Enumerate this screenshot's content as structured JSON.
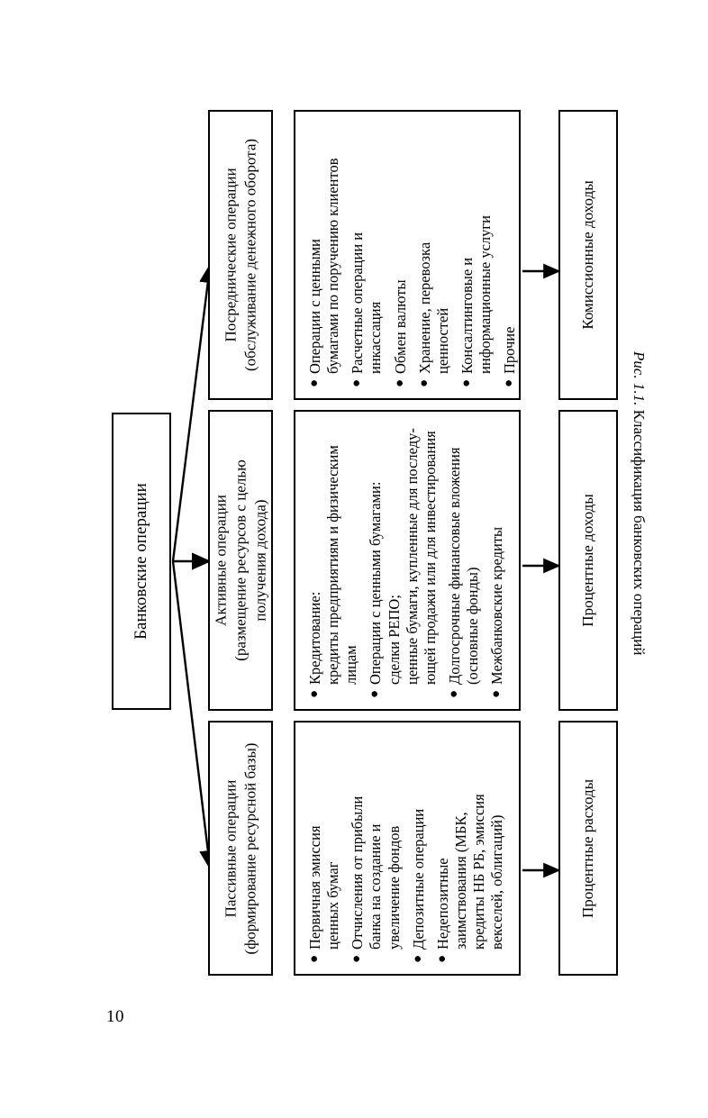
{
  "page": {
    "number": "10"
  },
  "caption": {
    "prefix": "Рис. 1.1.",
    "text": " Классификация банковских операций"
  },
  "diagram": {
    "root": {
      "label": "Банковские операции"
    },
    "branches": [
      {
        "id": "mediation",
        "category_line1": "Посреднические операции",
        "category_line2": "(обслуживание денежного оборота)",
        "items": [
          {
            "text": "Операции с ценными",
            "sub": "бумагами по поручению клиентов"
          },
          {
            "text": "Расчетные операции и",
            "sub": "инкассация"
          },
          {
            "text": "Обмен валюты",
            "sub": ""
          },
          {
            "text": "Хранение, перевозка",
            "sub": "ценностей"
          },
          {
            "text": "Консалтинговые и",
            "sub": "информационные услуги"
          },
          {
            "text": "Прочие",
            "sub": ""
          }
        ],
        "outcome": "Комиссионные доходы"
      },
      {
        "id": "active",
        "category_line1": "Активные операции",
        "category_line2": "(размещение ресурсов с целью",
        "category_line3": "получения дохода)",
        "items": [
          {
            "text": "Кредитование:",
            "sub": "кредиты предприятиям и физическим",
            "sub2": "лицам"
          },
          {
            "text": "Операции с ценными бумагами:",
            "sub": "сделки РЕПО;",
            "sub2": "ценные бумаги, купленные для последу-",
            "sub3": "ющей продажи или для инвестирования"
          },
          {
            "text": "Долгосрочные финансовые вложения",
            "sub": "(основные фонды)"
          },
          {
            "text": "Межбанковские кредиты",
            "sub": ""
          }
        ],
        "outcome": "Процентные доходы"
      },
      {
        "id": "passive",
        "category_line1": "Пассивные операции",
        "category_line2": "(формирование ресурсной базы)",
        "items": [
          {
            "text": "Первичная эмиссия",
            "sub": "ценных бумаг"
          },
          {
            "text": "Отчисления от прибыли",
            "sub": "банка на создание и",
            "sub2": "увеличение фондов"
          },
          {
            "text": "Депозитные операции",
            "sub": ""
          },
          {
            "text": "Недепозитные",
            "sub": "заимствования (МБК,",
            "sub2": "кредиты НБ РБ, эмиссия",
            "sub3": "векселей, облигаций)"
          }
        ],
        "outcome": "Процентные расходы"
      }
    ]
  },
  "colors": {
    "stroke": "#000000",
    "background": "#ffffff"
  }
}
